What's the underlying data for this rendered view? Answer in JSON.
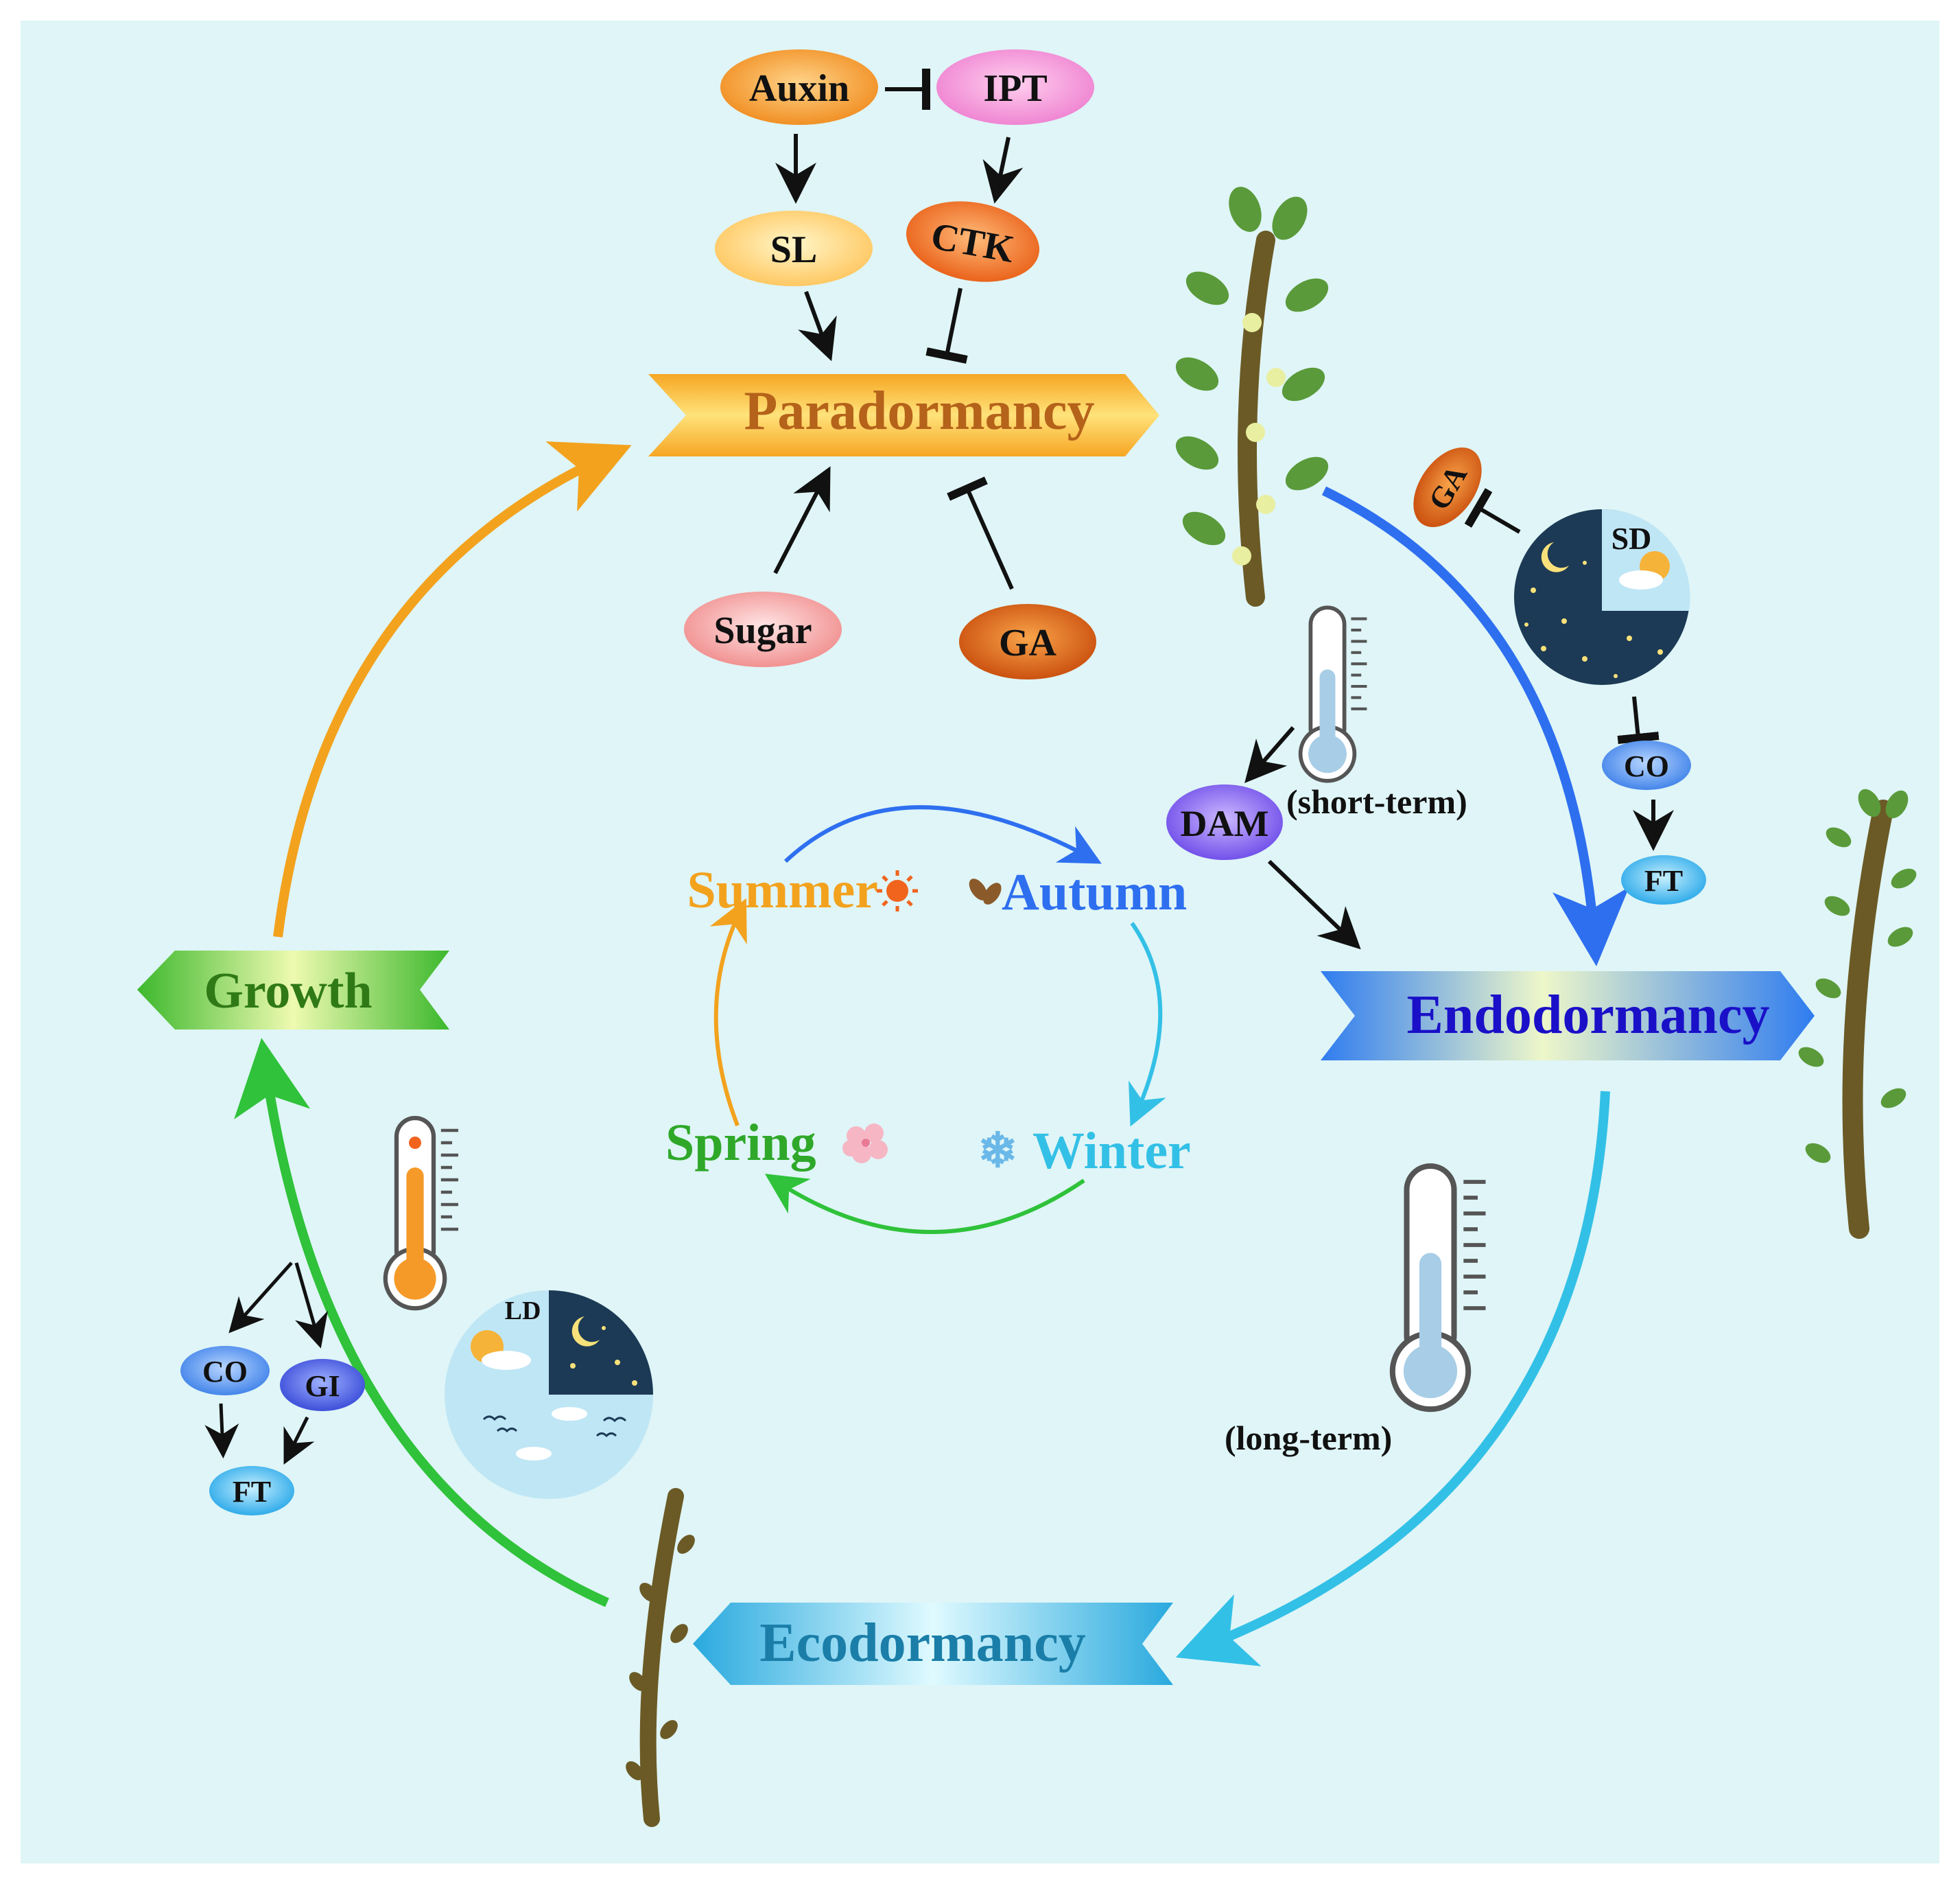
{
  "colors": {
    "background": "#dff5f7",
    "border": "#ffffff",
    "paradormancy_arrow": "#f3a21e",
    "endodormancy_arrow": "#2e6ff0",
    "ecodormancy_arrow": "#33c0e6",
    "growth_arrow": "#2fc23a"
  },
  "stages": {
    "paradormancy": "Paradormancy",
    "endodormancy": "Endodormancy",
    "ecodormancy": "Ecodormancy",
    "growth": "Growth"
  },
  "hormones": {
    "auxin": "Auxin",
    "ipt": "IPT",
    "sl": "SL",
    "ctk": "CTK",
    "sugar": "Sugar",
    "ga_bottom": "GA",
    "ga_right": "GA"
  },
  "genes": {
    "dam": "DAM",
    "co_right": "CO",
    "ft_right": "FT",
    "co_left": "CO",
    "gi_left": "GI",
    "ft_left": "FT"
  },
  "labels": {
    "short_term": "(short-term)",
    "long_term": "(long-term)",
    "sd": "SD",
    "ld": "LD"
  },
  "seasons": {
    "summer": "Summer",
    "autumn": "Autumn",
    "winter": "Winter",
    "spring": "Spring"
  },
  "icons": [
    "sun-icon",
    "leaf-icon",
    "snowflake-icon",
    "blossom-icon",
    "thermometer-icon",
    "moon-icon",
    "cloud-icon",
    "bird-icon",
    "branch-icon"
  ]
}
